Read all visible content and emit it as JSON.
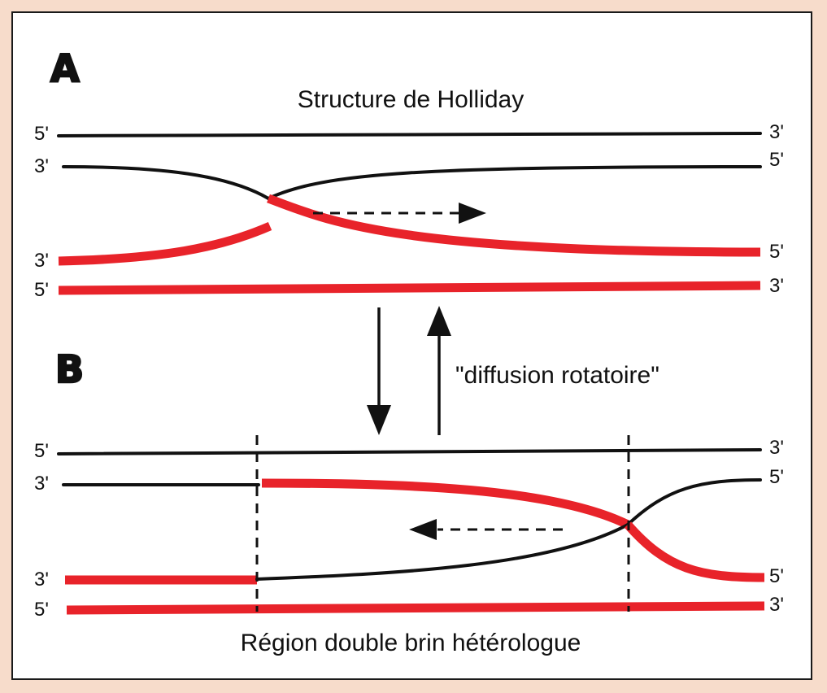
{
  "panels": {
    "a": {
      "letter": "A",
      "title": "Structure de Holliday",
      "labels_left": [
        "5'",
        "3'",
        "3'",
        "5'"
      ],
      "labels_right": [
        "3'",
        "5'",
        "5'",
        "3'"
      ]
    },
    "b": {
      "letter": "B",
      "caption": "Région double brin hétérologue",
      "labels_left": [
        "5'",
        "3'",
        "3'",
        "5'"
      ],
      "labels_right": [
        "3'",
        "5'",
        "5'",
        "3'"
      ]
    }
  },
  "transition": {
    "label": "\"diffusion rotatoire\""
  },
  "colors": {
    "red_strand": "#e8232a",
    "black_strand": "#111111",
    "background": "#f7dccb",
    "panel": "#ffffff"
  }
}
